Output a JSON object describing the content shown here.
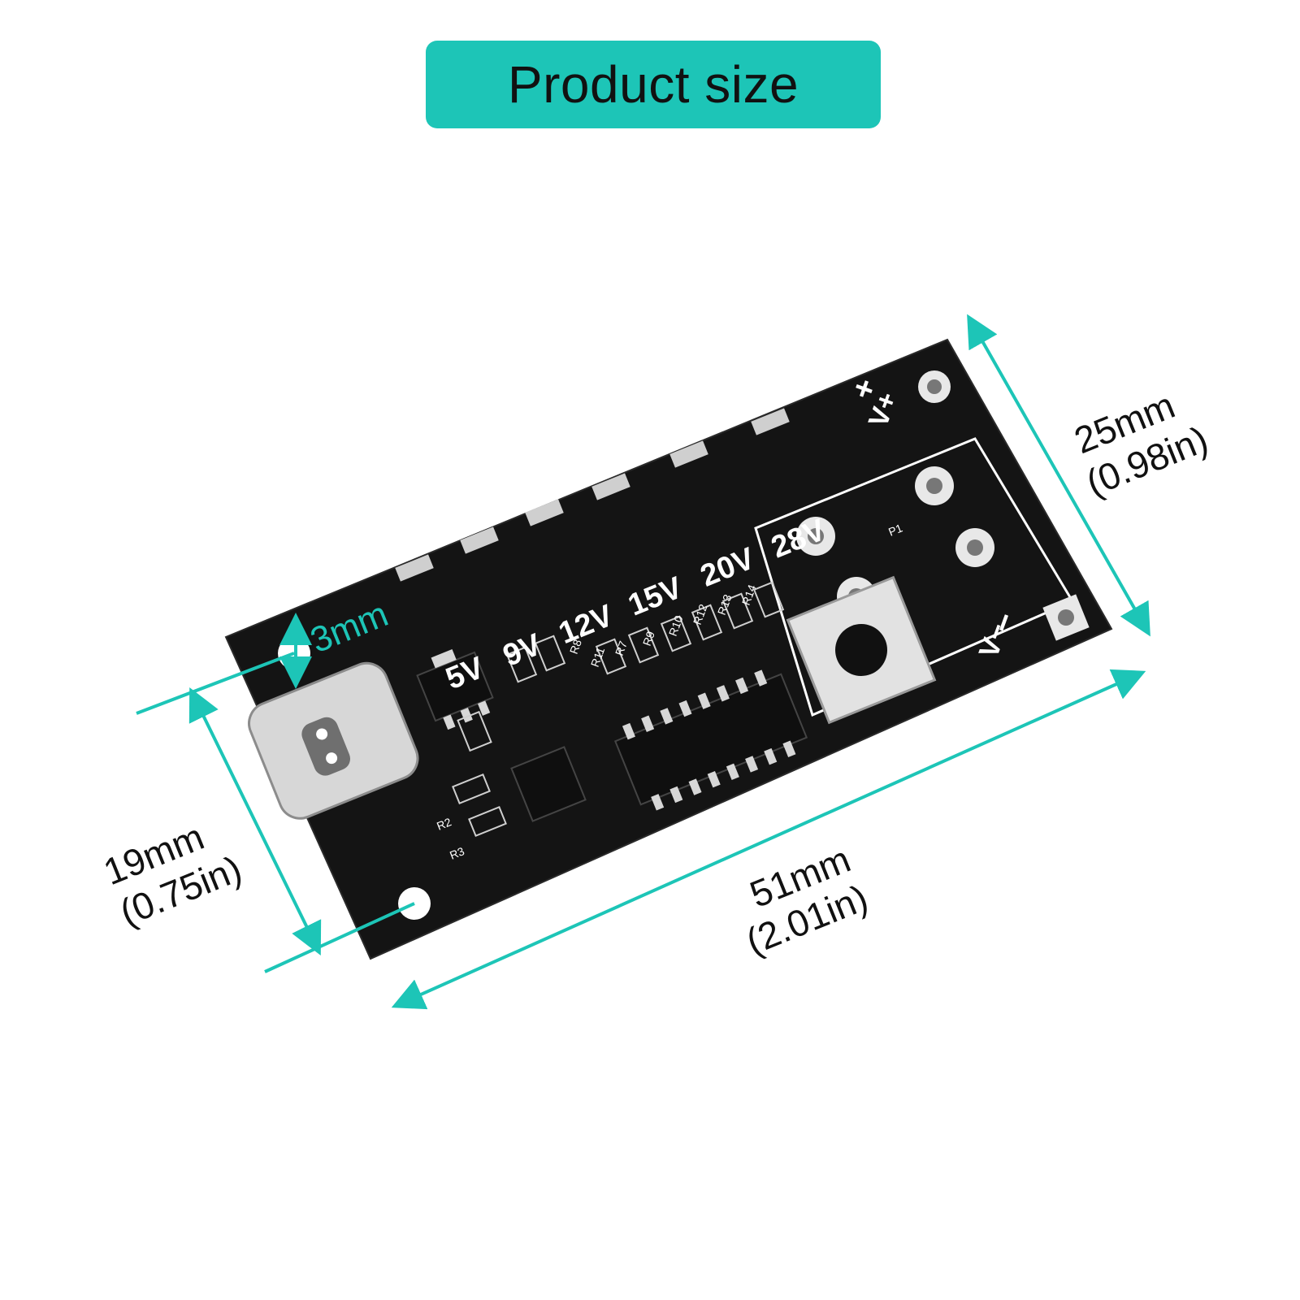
{
  "title": "Product size",
  "colors": {
    "accent": "#1dc5b7",
    "board": "#141414",
    "silkscreen": "#ffffff"
  },
  "dimensions": {
    "width_mm": "51mm",
    "width_in": "(2.01in)",
    "height_mm": "25mm",
    "height_in": "(0.98in)",
    "inner_mm": "19mm",
    "inner_in": "(0.75in)",
    "hole_mm": "3mm"
  },
  "board_labels": {
    "voltages": [
      "5V",
      "9V",
      "12V",
      "15V",
      "20V",
      "28V"
    ],
    "plus": "+",
    "minus": "−",
    "v_plus": "V+",
    "v_minus": "V−",
    "p1": "P1",
    "r2": "R2",
    "r3": "R3",
    "resistors": [
      "R8",
      "R11",
      "R7",
      "R9",
      "R10",
      "R12",
      "R13",
      "R14"
    ]
  }
}
